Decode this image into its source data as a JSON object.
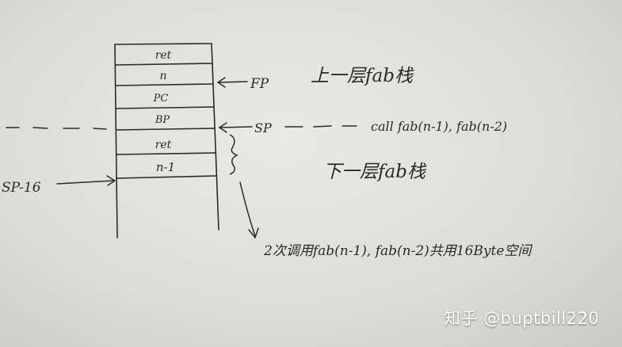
{
  "stack": {
    "cells": [
      "ret",
      "n",
      "PC",
      "BP",
      "ret",
      "n-1"
    ]
  },
  "pointers": {
    "fp": "FP",
    "sp": "SP",
    "sp_minus_16": "SP-16"
  },
  "notes": {
    "upper_frame": "上一层fab栈",
    "call": "call fab(n-1), fab(n-2)",
    "lower_frame": "下一层fab栈",
    "bottom": "2次调用fab(n-1), fab(n-2)共用16Byte空间"
  },
  "watermark": "知乎 @buptbill220",
  "colors": {
    "ink": "#2a2a2a",
    "paper": "#e6e6e3"
  }
}
